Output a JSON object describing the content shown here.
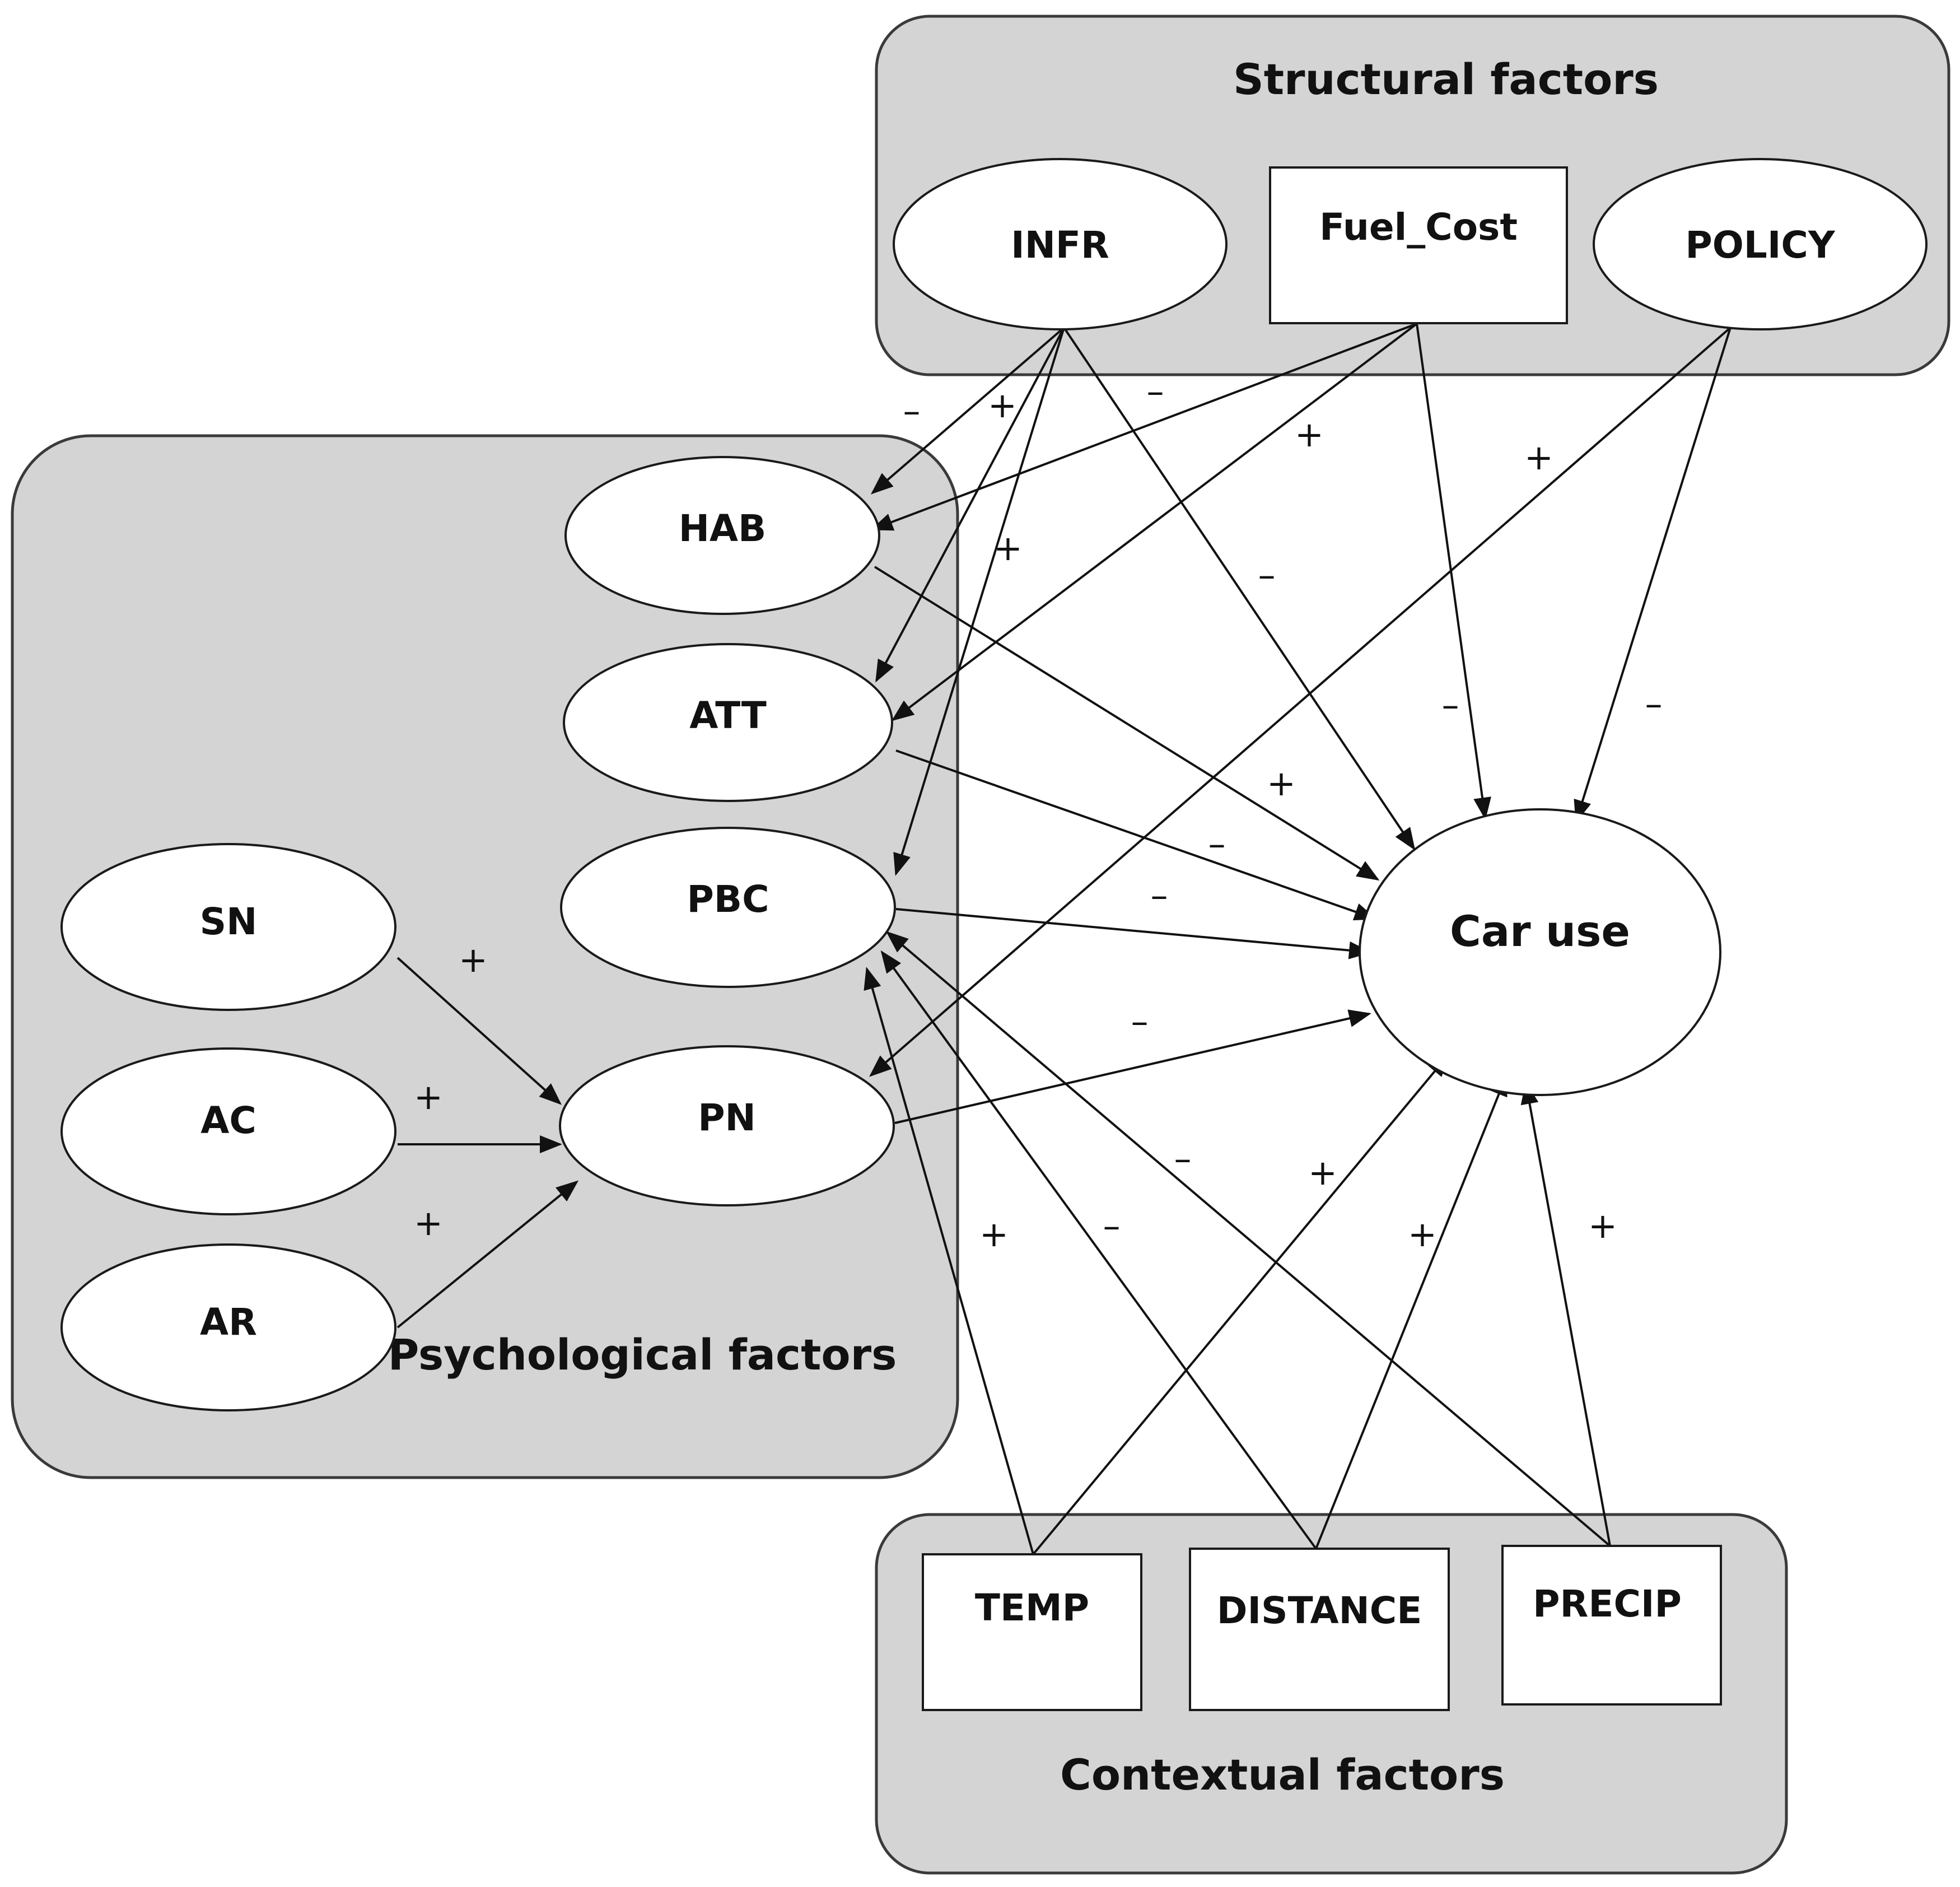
{
  "groups": {
    "structural": "Structural factors",
    "psychological": "Psychological factors",
    "contextual": "Contextual factors"
  },
  "nodes": {
    "INFR": "INFR",
    "Fuel_Cost": "Fuel_Cost",
    "POLICY": "POLICY",
    "HAB": "HAB",
    "ATT": "ATT",
    "PBC": "PBC",
    "PN": "PN",
    "SN": "SN",
    "AC": "AC",
    "AR": "AR",
    "Car_use": "Car use",
    "TEMP": "TEMP",
    "DISTANCE": "DISTANCE",
    "PRECIP": "PRECIP"
  },
  "edges": [
    {
      "from": "INFR",
      "to": "HAB",
      "sign": "–"
    },
    {
      "from": "INFR",
      "to": "ATT",
      "sign": "+"
    },
    {
      "from": "INFR",
      "to": "PBC",
      "sign": "+"
    },
    {
      "from": "INFR",
      "to": "Car use",
      "sign": "–"
    },
    {
      "from": "Fuel_Cost",
      "to": "HAB",
      "sign": "–"
    },
    {
      "from": "Fuel_Cost",
      "to": "ATT",
      "sign": "+"
    },
    {
      "from": "Fuel_Cost",
      "to": "Car use",
      "sign": "–"
    },
    {
      "from": "POLICY",
      "to": "PN",
      "sign": "+"
    },
    {
      "from": "POLICY",
      "to": "Car use",
      "sign": "–"
    },
    {
      "from": "HAB",
      "to": "Car use",
      "sign": "+"
    },
    {
      "from": "ATT",
      "to": "Car use",
      "sign": "–"
    },
    {
      "from": "PBC",
      "to": "Car use",
      "sign": "–"
    },
    {
      "from": "PN",
      "to": "Car use",
      "sign": "–"
    },
    {
      "from": "SN",
      "to": "PN",
      "sign": "+"
    },
    {
      "from": "AC",
      "to": "PN",
      "sign": "+"
    },
    {
      "from": "AR",
      "to": "PN",
      "sign": "+"
    },
    {
      "from": "TEMP",
      "to": "PBC",
      "sign": "+"
    },
    {
      "from": "TEMP",
      "to": "Car use",
      "sign": "+"
    },
    {
      "from": "DISTANCE",
      "to": "PBC",
      "sign": "–"
    },
    {
      "from": "DISTANCE",
      "to": "Car use",
      "sign": "+"
    },
    {
      "from": "PRECIP",
      "to": "PBC",
      "sign": "–"
    },
    {
      "from": "PRECIP",
      "to": "Car use",
      "sign": "+"
    }
  ]
}
